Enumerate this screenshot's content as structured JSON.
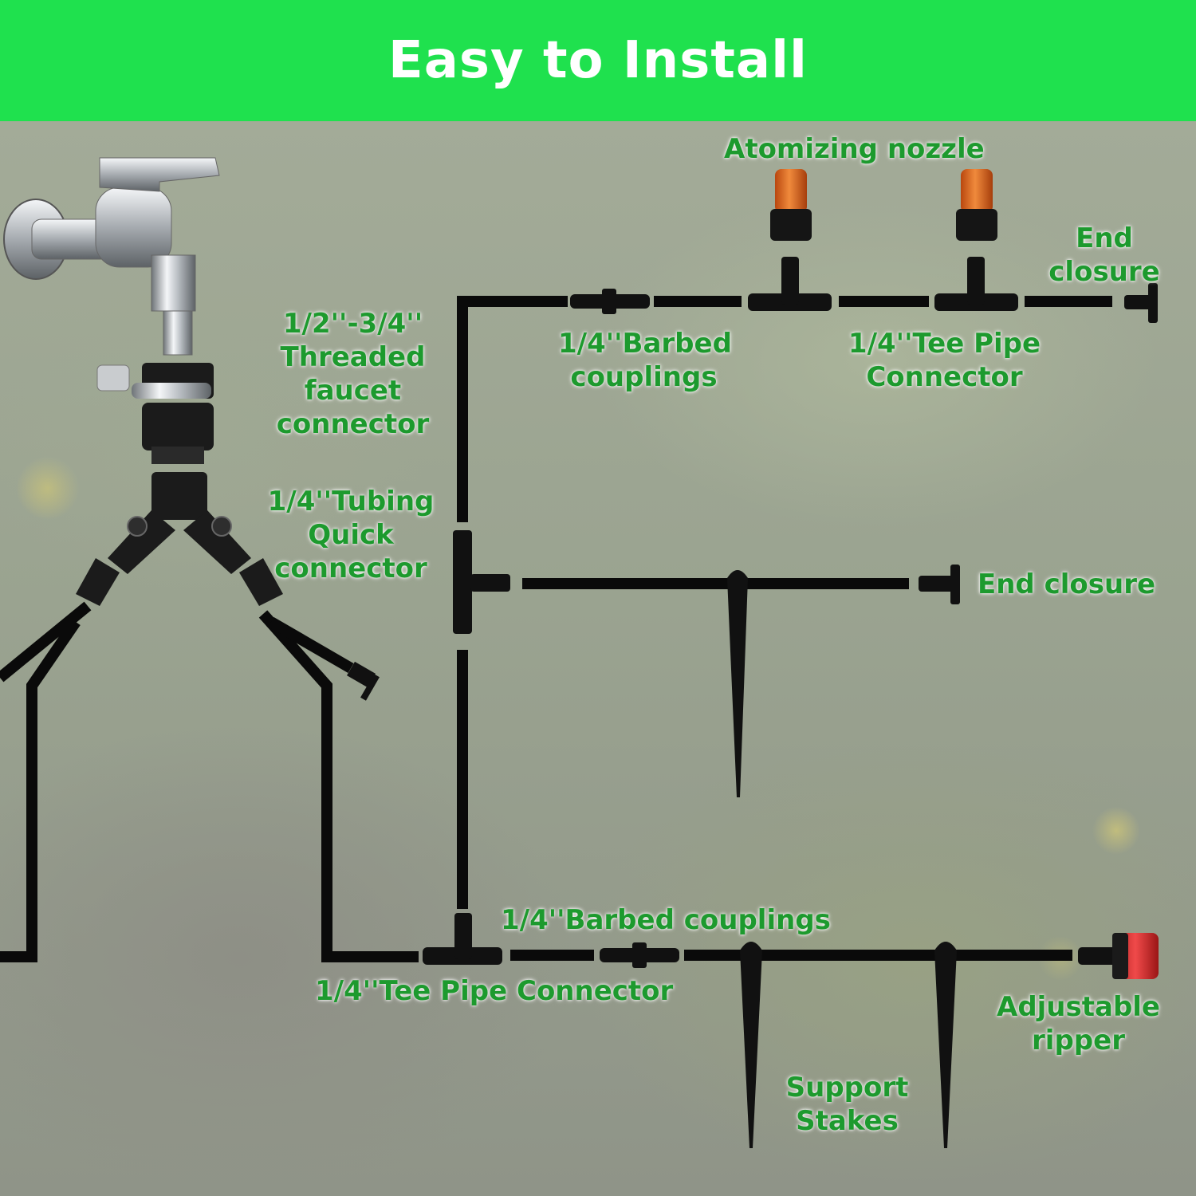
{
  "header": {
    "title": "Easy to Install"
  },
  "labels": {
    "atomizing_nozzle": "Atomizing nozzle",
    "end_closure_top_line1": "End",
    "end_closure_top_line2": "closure",
    "threaded_connector_line1": "1/2''-3/4''",
    "threaded_connector_line2": "Threaded",
    "threaded_connector_line3": "faucet",
    "threaded_connector_line4": "connector",
    "barbed_couplings_top_line1": "1/4''Barbed",
    "barbed_couplings_top_line2": "couplings",
    "tee_pipe_top_line1": "1/4''Tee Pipe",
    "tee_pipe_top_line2": "Connector",
    "tubing_quick_line1": "1/4''Tubing",
    "tubing_quick_line2": "Quick",
    "tubing_quick_line3": "connector",
    "end_closure_middle": "End closure",
    "barbed_couplings_bottom": "1/4''Barbed couplings",
    "tee_pipe_bottom": "1/4''Tee Pipe Connector",
    "adjustable_ripper_line1": "Adjustable",
    "adjustable_ripper_line2": "ripper",
    "support_stakes_line1": "Support",
    "support_stakes_line2": "Stakes"
  },
  "colors": {
    "header_green": "#1fe14e",
    "label_green": "#1d9a2e",
    "tubing": "#0a0a0a",
    "nozzle_orange": "#d9621c",
    "ripper_red": "#d42a2a"
  }
}
